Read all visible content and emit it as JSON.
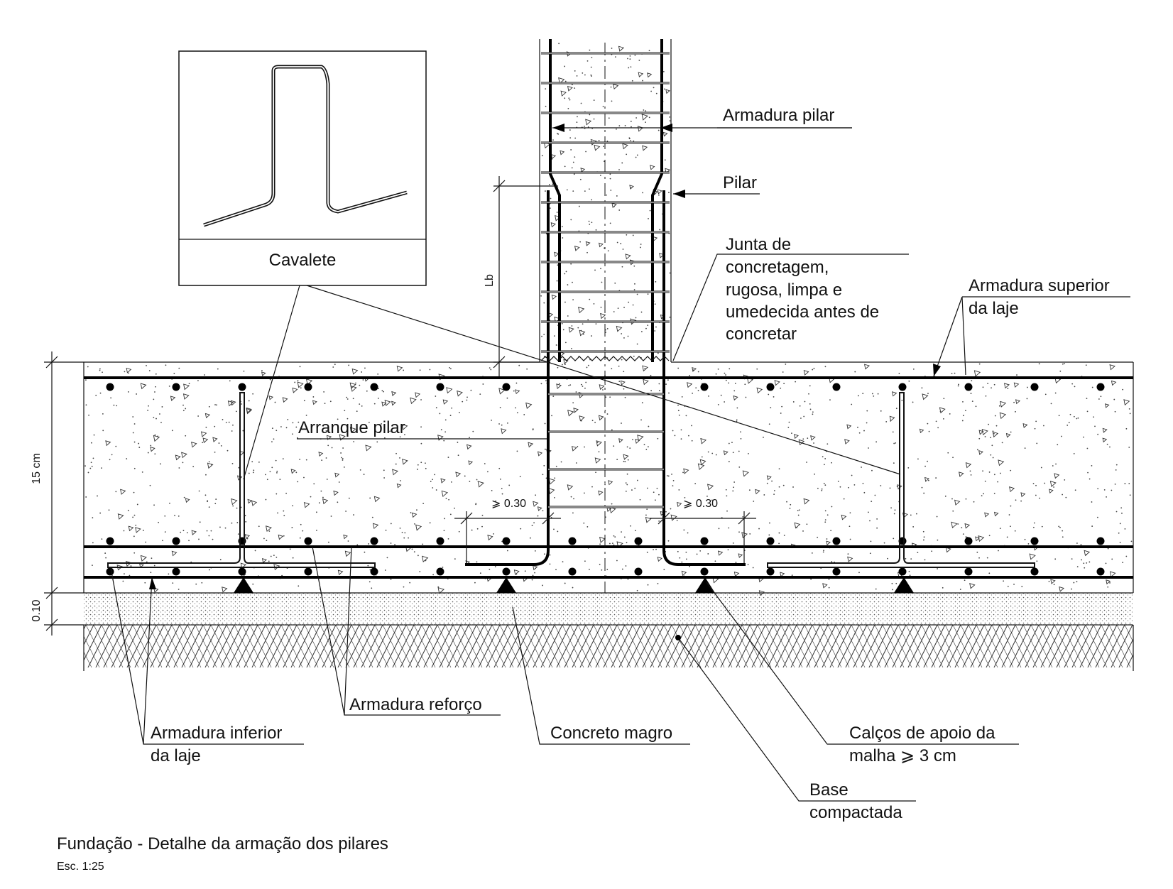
{
  "labels": {
    "cavalete": "Cavalete",
    "armadura_pilar": "Armadura pilar",
    "pilar": "Pilar",
    "junta": [
      "Junta de",
      "concretagem,",
      "rugosa, limpa e",
      "umedecida antes de",
      "concretar"
    ],
    "armadura_superior": [
      "Armadura superior",
      "da laje"
    ],
    "arranque_pilar": "Arranque pilar",
    "armadura_reforco": "Armadura reforço",
    "armadura_inferior": [
      "Armadura inferior",
      "da laje"
    ],
    "concreto_magro": "Concreto magro",
    "calcos": [
      "Calços de apoio da",
      "malha  ⩾ 3 cm"
    ],
    "base": [
      "Base",
      "compactada"
    ]
  },
  "dimensions": {
    "lb": "Lb",
    "slab_thickness": "15 cm",
    "lean_thickness": "0.10",
    "anchor_left": "⩾ 0.30",
    "anchor_right": "⩾ 0.30"
  },
  "title": {
    "main": "Fundação - Detalhe da armação dos pilares",
    "scale": "Esc. 1:25"
  }
}
